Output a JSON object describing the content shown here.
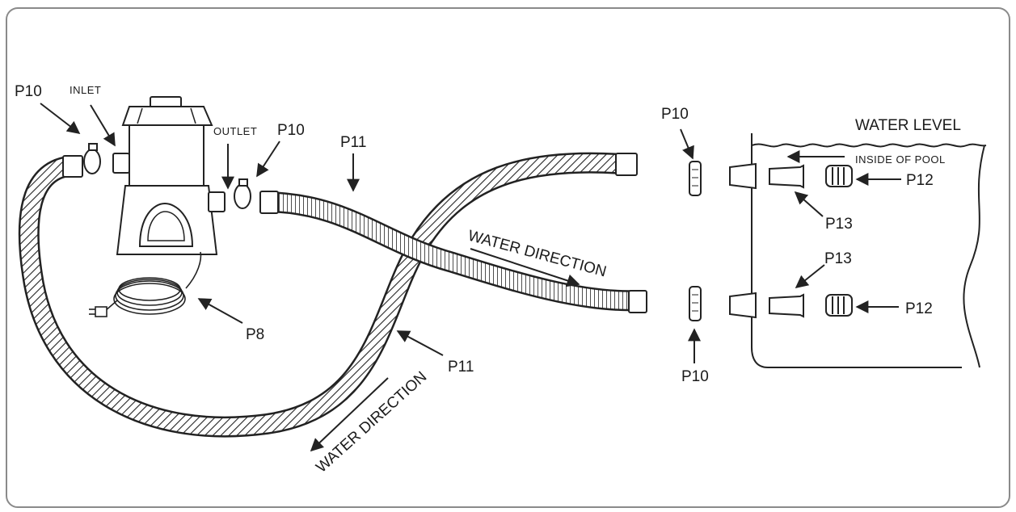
{
  "colors": {
    "line": "#222222",
    "frame": "#8a8a8a",
    "background": "#ffffff"
  },
  "labels": {
    "p10_left": "P10",
    "inlet": "INLET",
    "outlet": "OUTLET",
    "p10_outlet": "P10",
    "p11_top": "P11",
    "p11_bottom": "P11",
    "p8": "P8",
    "water_direction_mid": "WATER DIRECTION",
    "water_direction_bottom": "WATER DIRECTION",
    "p10_top_right": "P10",
    "p10_bottom_right": "P10",
    "water_level": "WATER LEVEL",
    "inside_of_pool": "INSIDE OF POOL",
    "p12_top": "P12",
    "p12_bottom": "P12",
    "p13_top": "P13",
    "p13_bottom": "P13"
  },
  "icons": [
    "filter-pump-icon",
    "hose-clamp-icon",
    "power-cord-icon",
    "strainer-icon",
    "plunger-valve-icon"
  ]
}
